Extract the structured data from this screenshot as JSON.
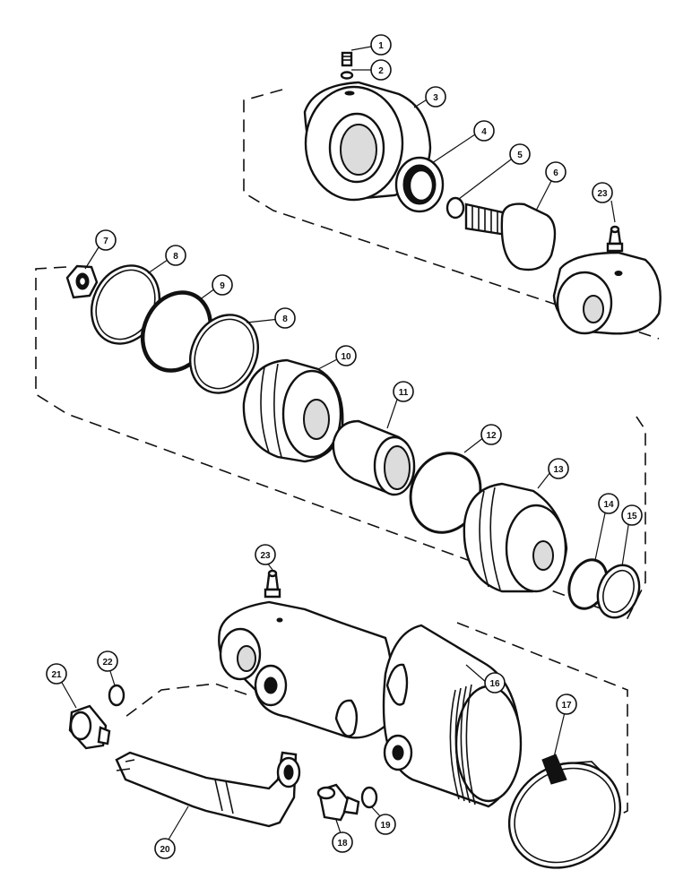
{
  "callouts": [
    "1",
    "2",
    "3",
    "4",
    "5",
    "6",
    "7",
    "8",
    "9",
    "8",
    "10",
    "11",
    "12",
    "13",
    "14",
    "15",
    "16",
    "17",
    "18",
    "19",
    "20",
    "21",
    "22",
    "23",
    "23"
  ]
}
